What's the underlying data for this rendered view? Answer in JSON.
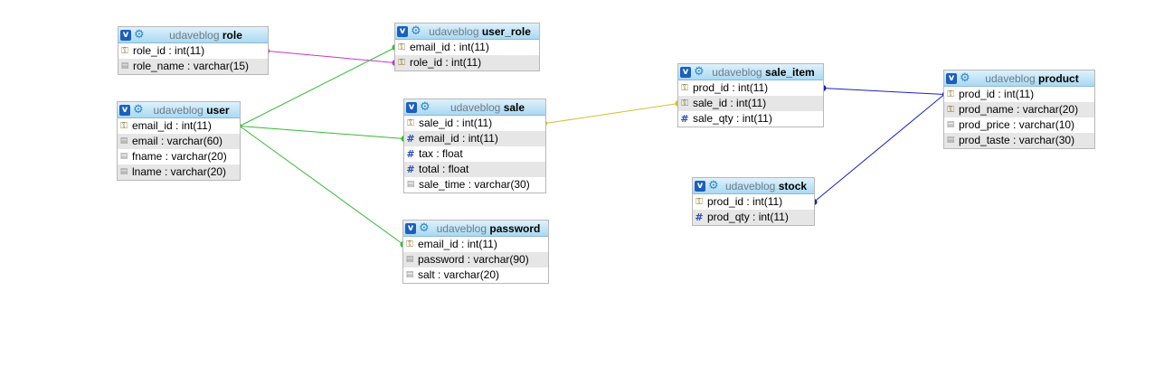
{
  "schema": "udaveblog",
  "tables": [
    {
      "id": "role",
      "name": "role",
      "columns": [
        {
          "label": "role_id : int(11)",
          "icon": "key-icon"
        },
        {
          "label": "role_name : varchar(15)",
          "icon": "text-icon"
        }
      ]
    },
    {
      "id": "user_role",
      "name": "user_role",
      "columns": [
        {
          "label": "email_id : int(11)",
          "icon": "key-icon"
        },
        {
          "label": "role_id : int(11)",
          "icon": "key-icon"
        }
      ]
    },
    {
      "id": "user",
      "name": "user",
      "columns": [
        {
          "label": "email_id : int(11)",
          "icon": "key-icon"
        },
        {
          "label": "email : varchar(60)",
          "icon": "text-icon"
        },
        {
          "label": "fname : varchar(20)",
          "icon": "text-icon"
        },
        {
          "label": "lname : varchar(20)",
          "icon": "text-icon"
        }
      ]
    },
    {
      "id": "sale",
      "name": "sale",
      "columns": [
        {
          "label": "sale_id : int(11)",
          "icon": "key-icon"
        },
        {
          "label": "email_id : int(11)",
          "icon": "number-icon"
        },
        {
          "label": "tax : float",
          "icon": "number-icon"
        },
        {
          "label": "total : float",
          "icon": "number-icon"
        },
        {
          "label": "sale_time : varchar(30)",
          "icon": "text-icon"
        }
      ]
    },
    {
      "id": "password",
      "name": "password",
      "columns": [
        {
          "label": "email_id : int(11)",
          "icon": "key-icon"
        },
        {
          "label": "password : varchar(90)",
          "icon": "text-icon"
        },
        {
          "label": "salt : varchar(20)",
          "icon": "text-icon"
        }
      ]
    },
    {
      "id": "sale_item",
      "name": "sale_item",
      "columns": [
        {
          "label": "prod_id : int(11)",
          "icon": "key-icon"
        },
        {
          "label": "sale_id : int(11)",
          "icon": "key-icon"
        },
        {
          "label": "sale_qty : int(11)",
          "icon": "number-icon"
        }
      ]
    },
    {
      "id": "product",
      "name": "product",
      "columns": [
        {
          "label": "prod_id : int(11)",
          "icon": "key-icon"
        },
        {
          "label": "prod_name : varchar(20)",
          "icon": "key-icon"
        },
        {
          "label": "prod_price : varchar(10)",
          "icon": "text-icon"
        },
        {
          "label": "prod_taste : varchar(30)",
          "icon": "text-icon"
        }
      ]
    },
    {
      "id": "stock",
      "name": "stock",
      "columns": [
        {
          "label": "prod_id : int(11)",
          "icon": "key-icon"
        },
        {
          "label": "prod_qty : int(11)",
          "icon": "number-icon"
        }
      ]
    }
  ],
  "relations": [
    {
      "from": "role.role_id",
      "to": "user_role.role_id",
      "color": "#cc33cc"
    },
    {
      "from": "user.email_id",
      "to": "user_role.email_id",
      "color": "#33bb33"
    },
    {
      "from": "user.email_id",
      "to": "sale.email_id",
      "color": "#33bb33"
    },
    {
      "from": "user.email_id",
      "to": "password.email_id",
      "color": "#33bb33"
    },
    {
      "from": "sale.sale_id",
      "to": "sale_item.sale_id",
      "color": "#cfc033"
    },
    {
      "from": "product.prod_id",
      "to": "sale_item.prod_id",
      "color": "#1a22b8"
    },
    {
      "from": "product.prod_id",
      "to": "stock.prod_id",
      "color": "#1a22b8"
    }
  ]
}
